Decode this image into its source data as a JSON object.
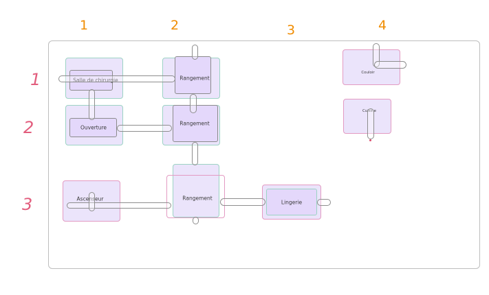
{
  "columns": [
    "1",
    "2",
    "3",
    "4"
  ],
  "rows": [
    "1",
    "2",
    "3"
  ],
  "rooms": {
    "salle_chirurgie": "Salle de chirurgie",
    "rangement_1": "Rangement",
    "ouverture": "Ouverture",
    "rangement_2": "Rangement",
    "ascenseur": "Ascenseur",
    "rangement_3": "Rangement",
    "lingerie": "Lingerie",
    "couloir": "Couloir",
    "cuisine": "Cuisine"
  },
  "colors": {
    "column_numbers": "#f08c00",
    "row_numbers": "#e25d7d",
    "room_fill": "#ebe4fb",
    "border_green": "#9cd3c4",
    "border_pink": "#e39ac2"
  }
}
